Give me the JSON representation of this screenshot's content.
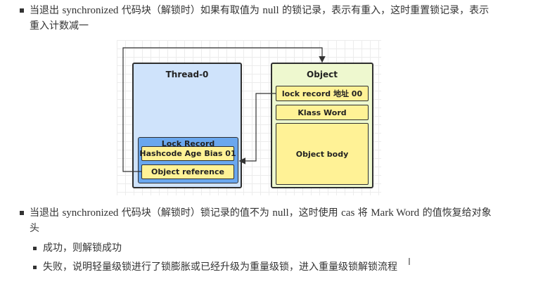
{
  "top_bullet": {
    "p1": "当退出 ",
    "code": "synchronized",
    "p2": " 代码块（解锁时）如果有取值为 ",
    "null": "null",
    "p3": " 的锁记录，表示有重入，这时重置锁记录，表示",
    "line2": "重入计数减一"
  },
  "diagram": {
    "thread_title": "Thread-0",
    "lock_record_title": "Lock Record",
    "hashcode_cell": "Hashcode Age Bias 01",
    "object_ref_cell": "Object reference",
    "object_title": "Object",
    "lock_record_addr": "lock  record 地址 00",
    "klass_word": "Klass Word",
    "object_body": "Object body"
  },
  "second_bullet": {
    "p1": "当退出 ",
    "code": "synchronized",
    "p2": " 代码块（解锁时）锁记录的值不为 ",
    "null": "null",
    "p3": "，这时使用 ",
    "cas": "cas",
    "p4": " 将 ",
    "markword": "Mark Word",
    "p5": " 的值恢复给对象",
    "line2": "头"
  },
  "sub_bullets": [
    "成功，则解锁成功",
    "失败，说明轻量级锁进行了锁膨胀或已经升级为重量级锁，进入重量级锁解锁流程"
  ]
}
